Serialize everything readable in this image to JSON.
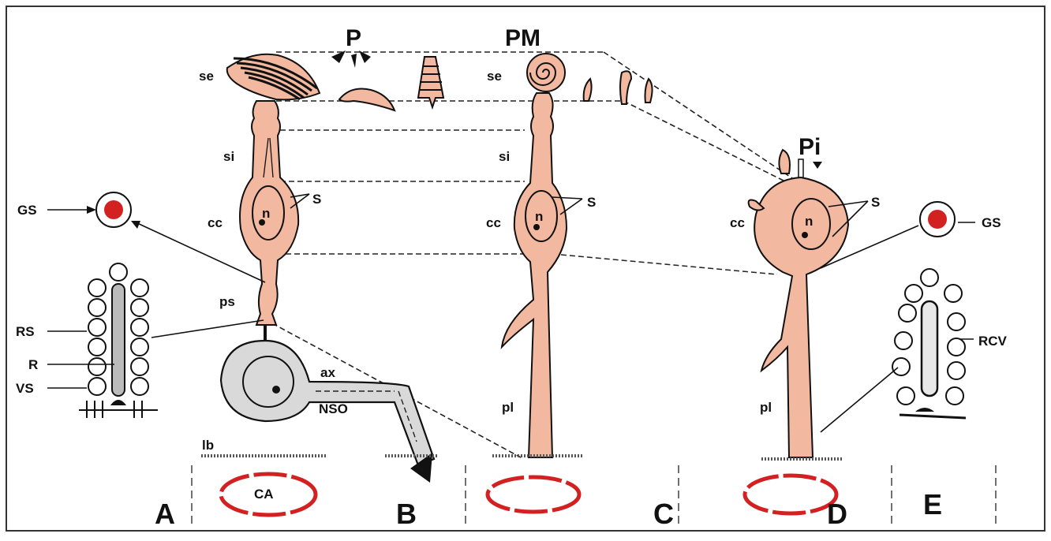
{
  "figure": {
    "headings": {
      "p": "P",
      "pm": "PM",
      "pi": "Pi"
    },
    "panels": [
      "A",
      "B",
      "C",
      "D",
      "E"
    ],
    "labels": {
      "se": "se",
      "si": "si",
      "cc": "cc",
      "ps": "ps",
      "pl": "pl",
      "n": "n",
      "S": "S",
      "GS": "GS",
      "RS": "RS",
      "R": "R",
      "VS": "VS",
      "RCV": "RCV",
      "ax": "ax",
      "NSO": "NSO",
      "lb": "lb",
      "CA": "CA"
    },
    "colors": {
      "cell": "#f2b9a0",
      "neuron": "#d9d9d9",
      "red": "#d32020"
    }
  }
}
